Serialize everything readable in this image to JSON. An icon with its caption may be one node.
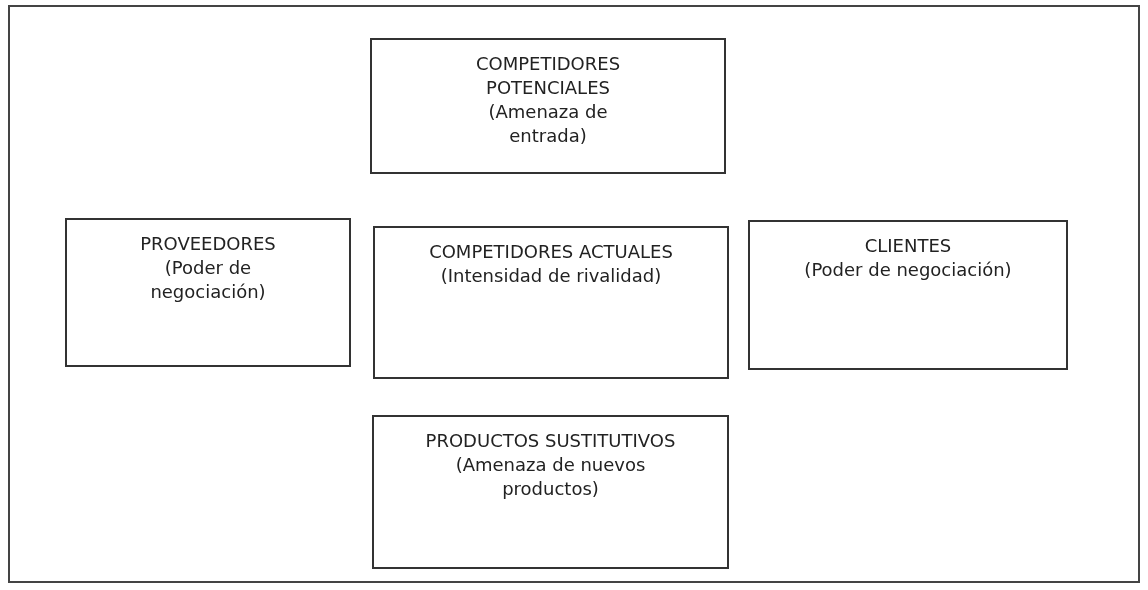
{
  "diagram": {
    "nodes": [
      {
        "text": [
          "COMPETIDORES POTENCIALES",
          "(Amenaza de entrada)"
        ]
      },
      {
        "text": [
          "PROVEEDORES",
          "(Poder de negociación)"
        ]
      },
      {
        "text": [
          "COMPETIDORES ACTUALES",
          "(Intensidad de rivalidad)"
        ]
      },
      {
        "text": [
          "CLIENTES",
          "(Poder de negociación)"
        ]
      },
      {
        "text": [
          "PRODUCTOS SUSTITUTIVOS",
          "(Amenaza de nuevos productos)"
        ]
      }
    ]
  }
}
